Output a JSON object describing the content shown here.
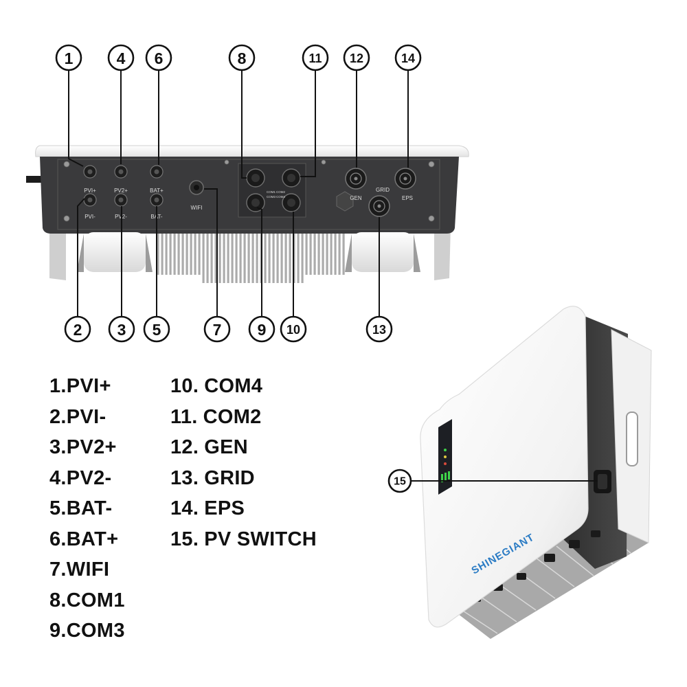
{
  "callouts": [
    "1",
    "2",
    "3",
    "4",
    "5",
    "6",
    "7",
    "8",
    "9",
    "10",
    "11",
    "12",
    "13",
    "14",
    "15"
  ],
  "panel_labels": {
    "pv1_plus": "PVI+",
    "pv1_minus": "PVI-",
    "pv2_plus": "PV2+",
    "pv2_minus": "PV2-",
    "bat_plus": "BAT+",
    "bat_minus": "BAT-",
    "wifi": "WIFI",
    "com1": "COM1",
    "com2": "COM2",
    "com3": "COM3",
    "com4": "COM4",
    "grid": "GRID",
    "gen": "GEN",
    "eps": "EPS"
  },
  "brand": "SHINEGIANT",
  "legend_left": [
    {
      "num": "1.",
      "label": "PVI+"
    },
    {
      "num": "2.",
      "label": "PVI-"
    },
    {
      "num": "3.",
      "label": "PV2+"
    },
    {
      "num": "4.",
      "label": "PV2-"
    },
    {
      "num": "5.",
      "label": "BAT-"
    },
    {
      "num": "6.",
      "label": "BAT+"
    },
    {
      "num": "7.",
      "label": "WIFI"
    },
    {
      "num": "8.",
      "label": "COM1"
    },
    {
      "num": "9.",
      "label": "COM3"
    }
  ],
  "legend_right": [
    {
      "num": "10.",
      "label": "COM4"
    },
    {
      "num": "11.",
      "label": "COM2"
    },
    {
      "num": "12.",
      "label": "GEN"
    },
    {
      "num": "13.",
      "label": "GRID"
    },
    {
      "num": "14.",
      "label": "EPS"
    },
    {
      "num": "15.",
      "label": "PV SWITCH"
    }
  ],
  "colors": {
    "panel": "#3a3a3c",
    "housing": "#f4f4f4",
    "heatsink": "#b8b8b8",
    "brand": "#2a7bc4",
    "led_green": "#3fd34a"
  }
}
